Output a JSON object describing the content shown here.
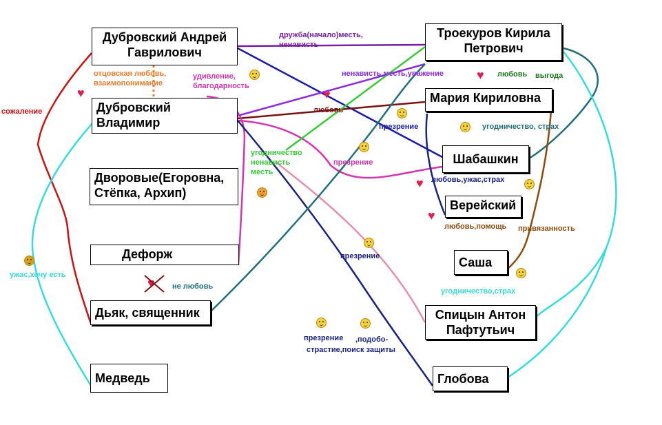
{
  "nodes": {
    "andrey": "Дубровский Андрей Гаврилович",
    "troekurov": "Троекуров Кирила Петрович",
    "vladimir": "Дубровский Владимир",
    "maria": "Мария Кириловна",
    "dvorovye": "Дворовые(Егоровна, Стёпка, Архип)",
    "shabashkin": "Шабашкин",
    "vereysky": "Верейский",
    "deforzh": "Дефорж",
    "sasha": "Саша",
    "dyak": "Дьяк, священник",
    "spitsyn": "Спицын Антон Пафтутьич",
    "medved": "Медведь",
    "globova": "Глобова"
  },
  "labels": {
    "druzhba": "дружба(начало)месть, ненависть",
    "otsovskaya": "отцовская любовь, взаимопонимание",
    "udivlenie": "удивление, благодарность",
    "sozhalenie": "сожаление",
    "nenavist_mest": "ненависть,месть,уважение",
    "lyubov_vygoda_1": "любовь",
    "lyubov_vygoda_2": "выгода",
    "lyubov": "любовь",
    "prezrenie_1": "презрение",
    "ugodnichestvo_strakh_1": "угодничество, страх",
    "ugodnichestvo_nenavist": "угодничество ненависть месть",
    "prezrenie_2": "презрение",
    "lyubov_uzhas": "любовь,ужас,страх",
    "lyubov_pomoshch": "любовь,помощь",
    "privyazannost": "привязанность",
    "prezrenie_3": "презрение",
    "uzhas_khochu": "ужас,хочу есть",
    "ne_lyubov": "не любовь",
    "ugodnichestvo_strakh_2": "угодничество,страх",
    "prezrenie_4": "презрение",
    "podobo": ",подобо-",
    "strastie": "страстие,поиск защиты"
  },
  "colors": {
    "purple": "#7b1fa2",
    "navy": "#1a237e",
    "blue": "#1a1aa8",
    "darkred": "#7a1010",
    "red": "#cc1111",
    "orange": "#ee7b2a",
    "magenta": "#d633b0",
    "green": "#33cc33",
    "teal": "#1f6f7a",
    "cyan": "#33dddd",
    "pink": "#e58fa8",
    "brown": "#8b4a0c",
    "violet": "#8a2be2",
    "darkgreen": "#1a7a1a"
  }
}
